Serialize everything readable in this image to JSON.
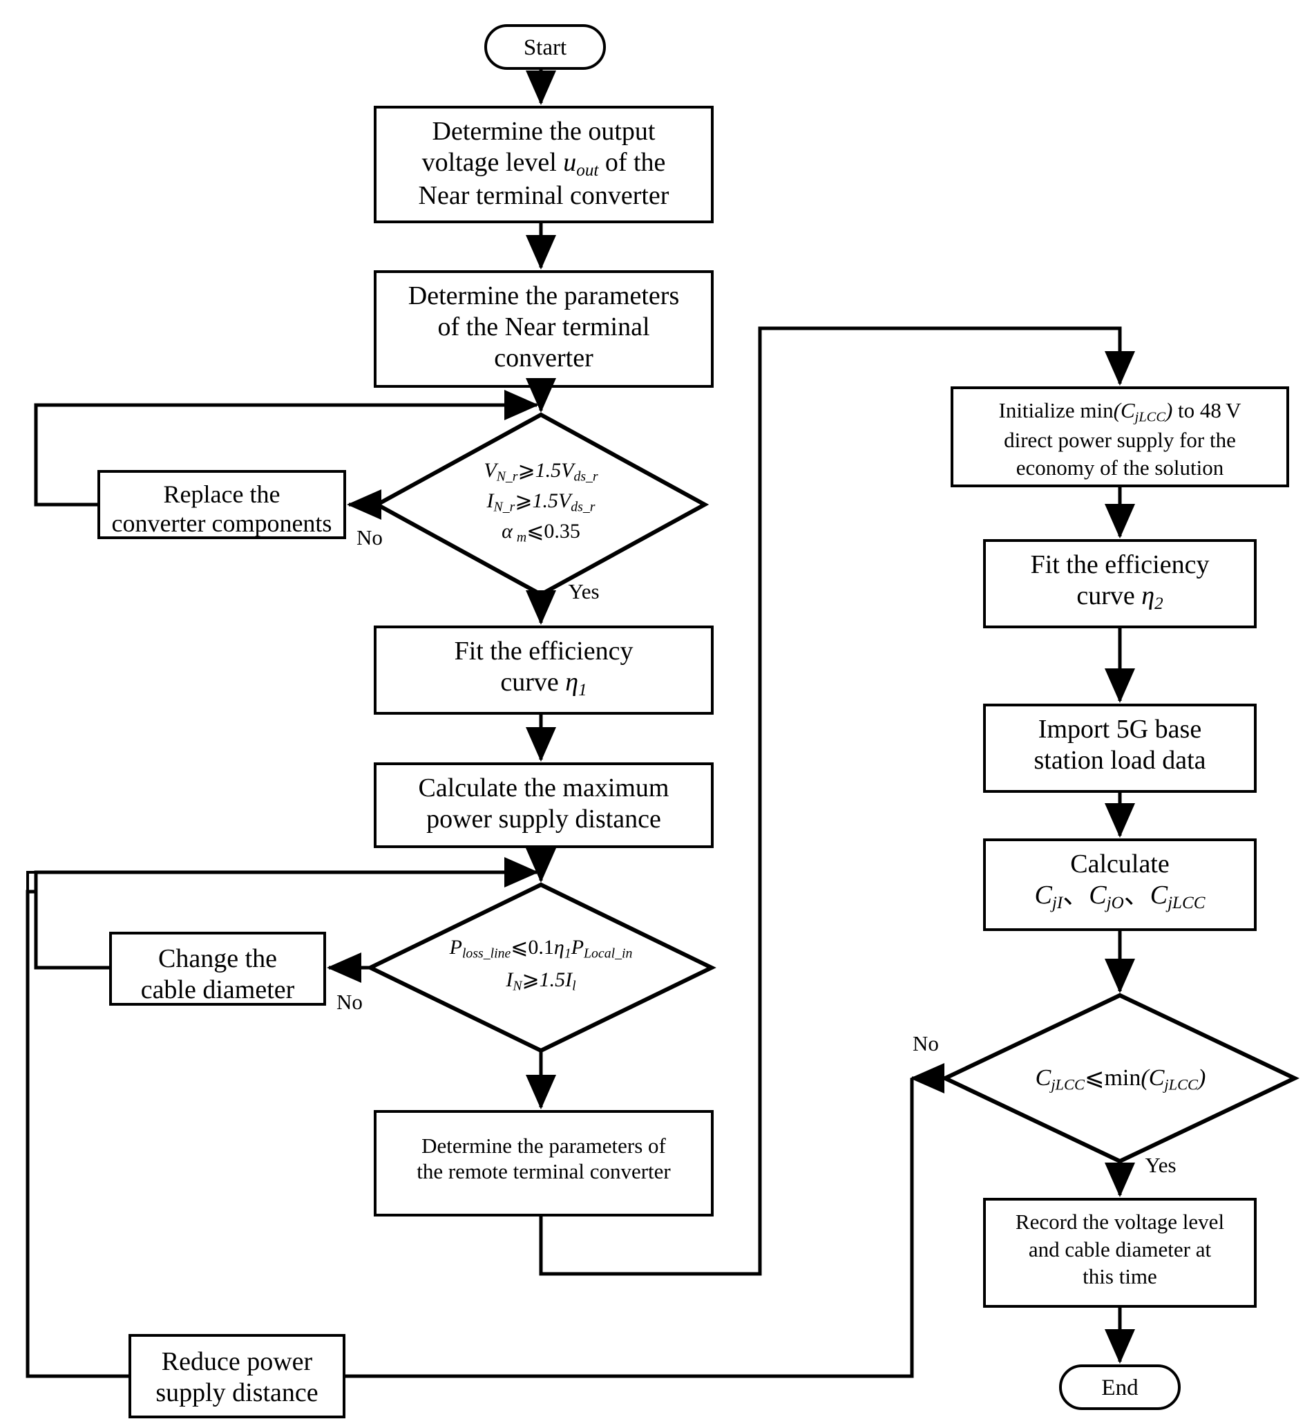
{
  "diagram": {
    "title": "5G base station power supply design flowchart",
    "colors": {
      "line": "#000000",
      "fill": "#ffffff",
      "text": "#000000"
    },
    "nodes": {
      "start": {
        "label": "Start",
        "shape": "terminator"
      },
      "determine_output_voltage": {
        "label": "Determine the output voltage level u_out of the Near terminal converter",
        "line1": "Determine the output",
        "line2_a": "voltage level ",
        "line2_math": "u",
        "line2_sub": "out",
        "line2_b": " of the",
        "line3": "Near terminal converter",
        "shape": "process"
      },
      "determine_near_params": {
        "label": "Determine the parameters of the Near terminal converter",
        "line1": "Determine the parameters",
        "line2": "of the Near terminal",
        "line3": "converter",
        "shape": "process"
      },
      "check_converter": {
        "shape": "decision",
        "line1_a": "V",
        "line1_sub1": "N_r",
        "line1_op": "⩾",
        "line1_b": "1.5V",
        "line1_sub2": "ds_r",
        "line2_a": "I",
        "line2_sub1": "N_r",
        "line2_op": "⩾",
        "line2_b": "1.5V",
        "line2_sub2": "ds_r",
        "line3_a": "α",
        "line3_sub": "m",
        "line3_op": "⩽",
        "line3_b": "0.35"
      },
      "replace_components": {
        "line1": "Replace the",
        "line2": "converter components",
        "shape": "process"
      },
      "fit_eff_1": {
        "line1": "Fit the efficiency",
        "line2_a": "curve ",
        "line2_math": "η",
        "line2_sub": "1",
        "shape": "process"
      },
      "calc_max_distance": {
        "line1": "Calculate the maximum",
        "line2": "power supply distance",
        "shape": "process"
      },
      "check_line_loss": {
        "shape": "decision",
        "line1_a": "P",
        "line1_sub1": "loss_line",
        "line1_op": "⩽",
        "line1_b": "0.1",
        "line1_eta": "η",
        "line1_eta_sub": "1",
        "line1_c": "P",
        "line1_sub2": "Local_in",
        "line2_a": "I",
        "line2_sub1": "N",
        "line2_op": "⩾",
        "line2_b": "1.5I",
        "line2_sub2": "l"
      },
      "change_cable": {
        "line1": "Change the",
        "line2": "cable diameter",
        "shape": "process"
      },
      "determine_remote_params": {
        "line1": "Determine the parameters of",
        "line2": "the remote terminal converter",
        "shape": "process"
      },
      "reduce_distance": {
        "line1": "Reduce power",
        "line2": "supply distance",
        "shape": "process"
      },
      "initialize_min": {
        "line1_a": "Initialize min",
        "line1_paren_open": "(C",
        "line1_sub": "jLCC",
        "line1_paren_close": ")",
        "line1_b": " to 48 V",
        "line2": "direct power supply for the",
        "line3": "economy of the solution",
        "shape": "process"
      },
      "fit_eff_2": {
        "line1": "Fit the efficiency",
        "line2_a": "curve ",
        "line2_math": "η",
        "line2_sub": "2",
        "shape": "process"
      },
      "import_load": {
        "line1": "Import 5G base",
        "line2": "station load data",
        "shape": "process"
      },
      "calculate_costs": {
        "line1": "Calculate",
        "line2_a": "C",
        "line2_sub_a": "jI",
        "sep1": "、",
        "line2_b": "C",
        "line2_sub_b": "jO",
        "sep2": "、",
        "line2_c": "C",
        "line2_sub_c": "jLCC",
        "shape": "process"
      },
      "check_lcc": {
        "shape": "decision",
        "line1_a": "C",
        "line1_sub1": "jLCC",
        "line1_op": "⩽",
        "line1_b": "min",
        "line1_paren_open": "(C",
        "line1_sub2": "jLCC",
        "line1_paren_close": ")"
      },
      "record_result": {
        "line1": "Record the voltage level",
        "line2": "and cable diameter at",
        "line3": "this time",
        "shape": "process"
      },
      "end": {
        "label": "End",
        "shape": "terminator"
      }
    },
    "edge_labels": {
      "converter_no": "No",
      "converter_yes": "Yes",
      "line_loss_no": "No",
      "lcc_no": "No",
      "lcc_yes": "Yes"
    }
  }
}
